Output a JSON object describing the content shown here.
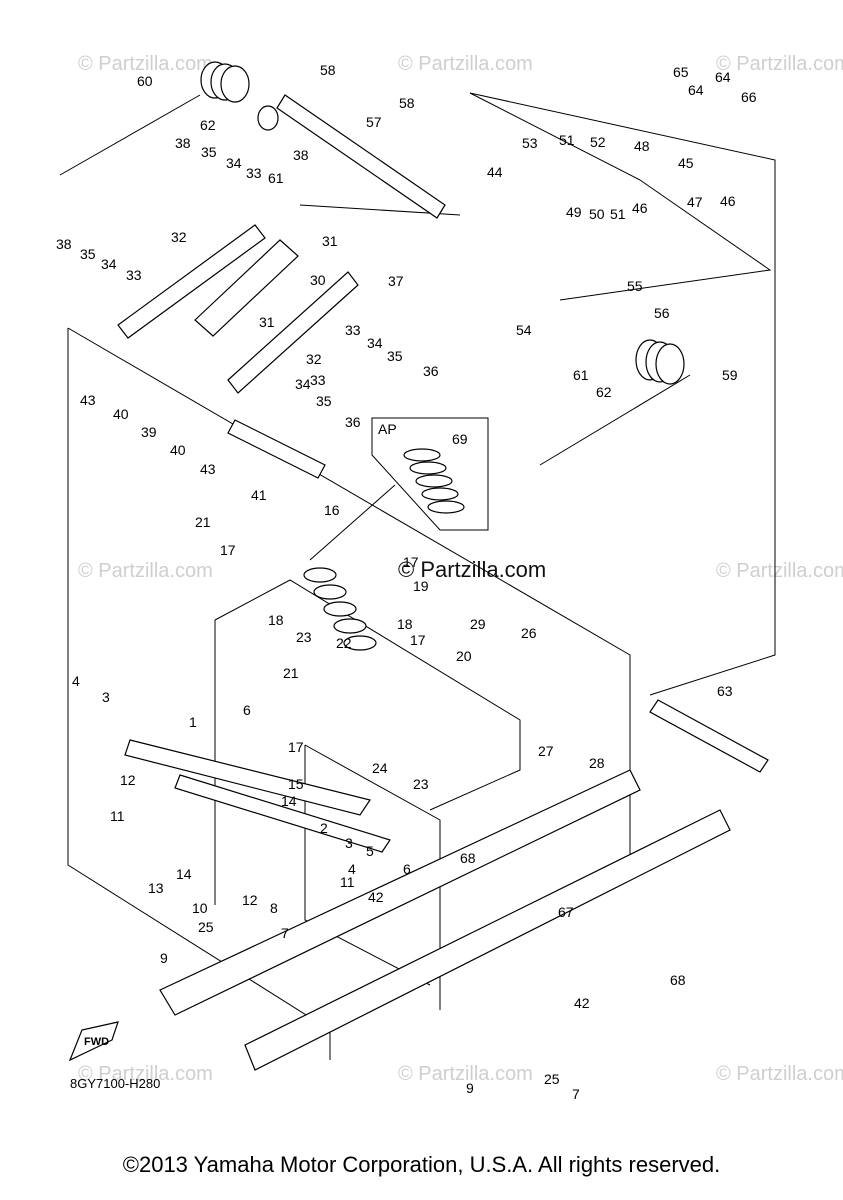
{
  "watermark": "© Partzilla.com",
  "watermark_center": "© Partzilla.com",
  "inset_label": "AP",
  "fwd_label": "FWD",
  "diagram_code": "8GY7100-H280",
  "copyright": "©2013 Yamaha Motor Corporation, U.S.A. All rights reserved.",
  "callouts": [
    "60",
    "58",
    "62",
    "57",
    "58",
    "38",
    "35",
    "34",
    "33",
    "61",
    "38",
    "65",
    "64",
    "64",
    "66",
    "51",
    "52",
    "48",
    "53",
    "44",
    "49",
    "50",
    "51",
    "46",
    "45",
    "47",
    "46",
    "38",
    "35",
    "34",
    "33",
    "32",
    "31",
    "30",
    "37",
    "55",
    "31",
    "33",
    "34",
    "35",
    "36",
    "54",
    "56",
    "61",
    "62",
    "59",
    "43",
    "40",
    "39",
    "32",
    "33",
    "34",
    "35",
    "36",
    "40",
    "43",
    "41",
    "69",
    "21",
    "16",
    "17",
    "17",
    "19",
    "18",
    "18",
    "23",
    "22",
    "17",
    "29",
    "26",
    "20",
    "21",
    "6",
    "4",
    "3",
    "1",
    "17",
    "27",
    "28",
    "63",
    "12",
    "15",
    "14",
    "24",
    "23",
    "11",
    "2",
    "3",
    "5",
    "6",
    "14",
    "4",
    "11",
    "13",
    "68",
    "12",
    "8",
    "10",
    "42",
    "25",
    "7",
    "9",
    "68",
    "67",
    "42",
    "25",
    "9",
    "7"
  ]
}
